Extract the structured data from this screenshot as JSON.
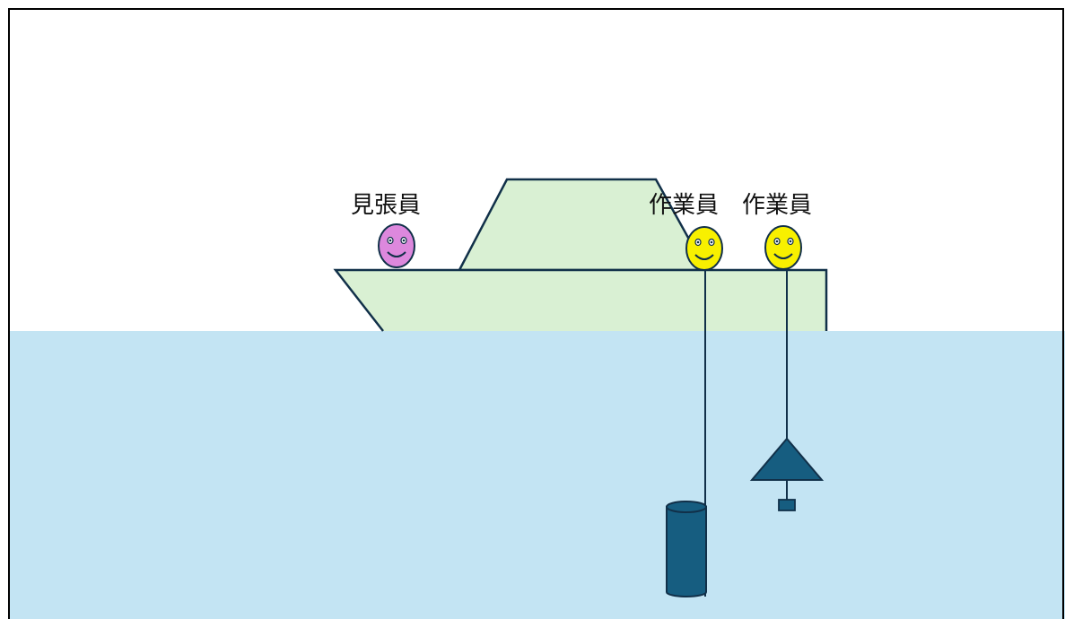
{
  "scene": {
    "colors": {
      "water": "#c3e4f3",
      "boat_fill": "#d9f0d3",
      "outline": "#113049",
      "lookout_face": "#dd88dd",
      "worker_face": "#f8f000",
      "instrument": "#165d80"
    },
    "people": [
      {
        "role": "lookout",
        "label": "見張員",
        "icon": "smiley-face-icon"
      },
      {
        "role": "worker",
        "label": "作業員",
        "icon": "smiley-face-icon"
      },
      {
        "role": "worker",
        "label": "作業員",
        "icon": "smiley-face-icon"
      }
    ],
    "instruments": [
      {
        "kind": "cylinder",
        "icon": "cylinder-sampler-icon"
      },
      {
        "kind": "cone-weight",
        "icon": "cone-weight-icon"
      }
    ]
  }
}
